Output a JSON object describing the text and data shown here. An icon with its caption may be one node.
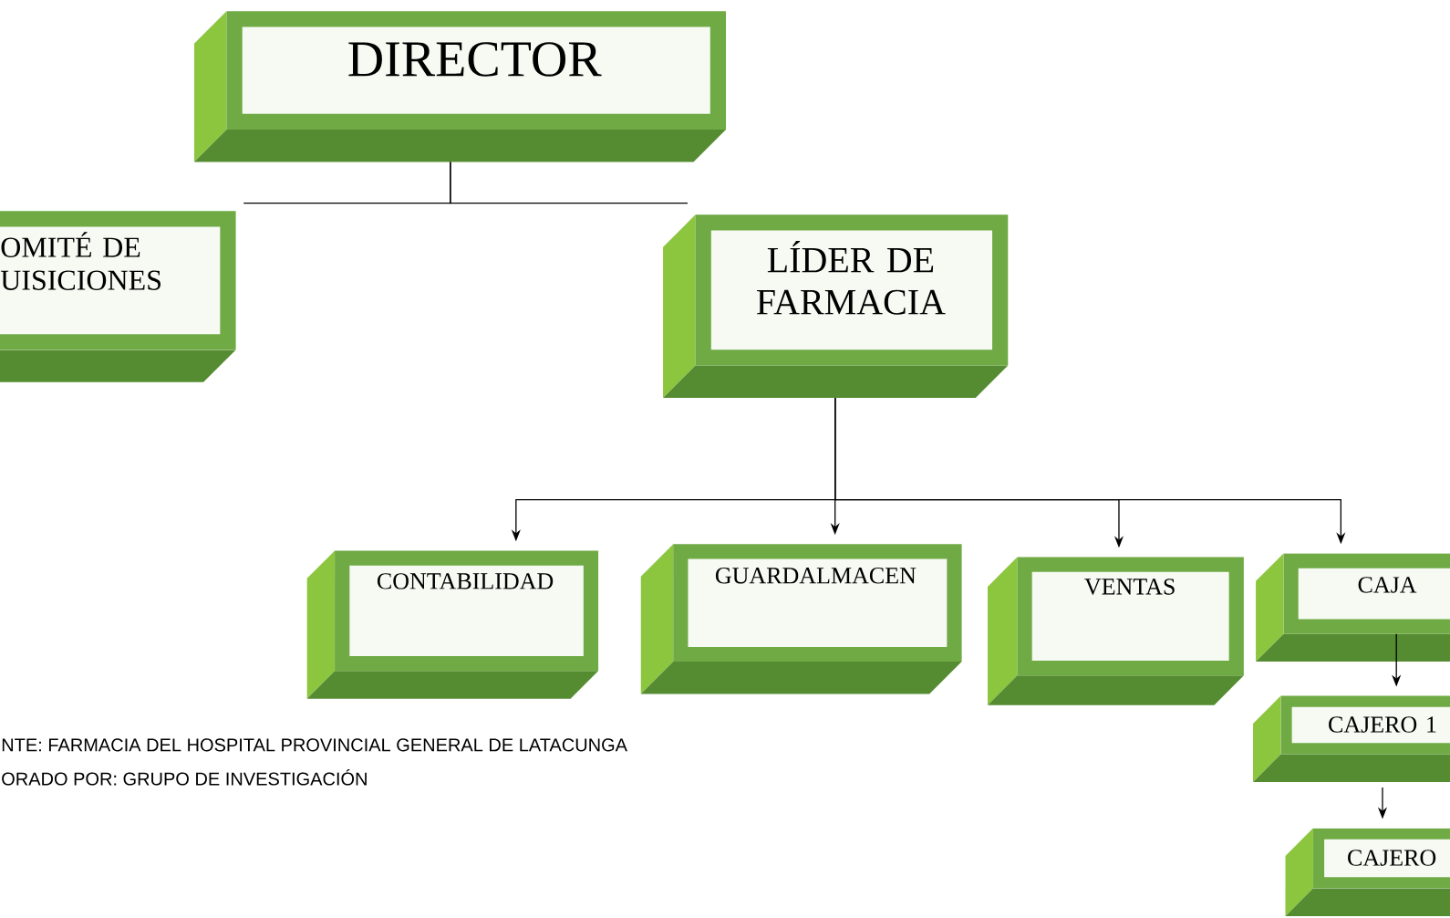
{
  "diagram": {
    "nodes": [
      {
        "text": [
          "DIRECTOR"
        ]
      },
      {
        "text": [
          "OMITÉ DE UISICIONES"
        ]
      },
      {
        "text": [
          "LÍDER DE FARMACIA"
        ]
      },
      {
        "text": [
          "CONTABILIDAD"
        ]
      },
      {
        "text": [
          "GUARDALMACEN"
        ]
      },
      {
        "text": [
          "VENTAS"
        ]
      },
      {
        "text": [
          "CAJA"
        ]
      },
      {
        "text": [
          "CAJERO 1"
        ]
      },
      {
        "text": [
          "CAJERO"
        ]
      }
    ],
    "edges": [
      {
        "from": 0,
        "to": 1,
        "arrow": "none"
      },
      {
        "from": 0,
        "to": 2,
        "arrow": "none"
      },
      {
        "from": 2,
        "to": 3,
        "arrow": "to"
      },
      {
        "from": 2,
        "to": 4,
        "arrow": "to"
      },
      {
        "from": 2,
        "to": 5,
        "arrow": "to"
      },
      {
        "from": 2,
        "to": 6,
        "arrow": "to"
      },
      {
        "from": 6,
        "to": 7,
        "arrow": "to"
      },
      {
        "from": 7,
        "to": 8,
        "arrow": "to"
      }
    ],
    "labels": [
      "NTE: FARMACIA DEL HOSPITAL PROVINCIAL GENERAL DE LATACUNGA",
      "ORADO POR: GRUPO DE INVESTIGACIÓN"
    ]
  }
}
